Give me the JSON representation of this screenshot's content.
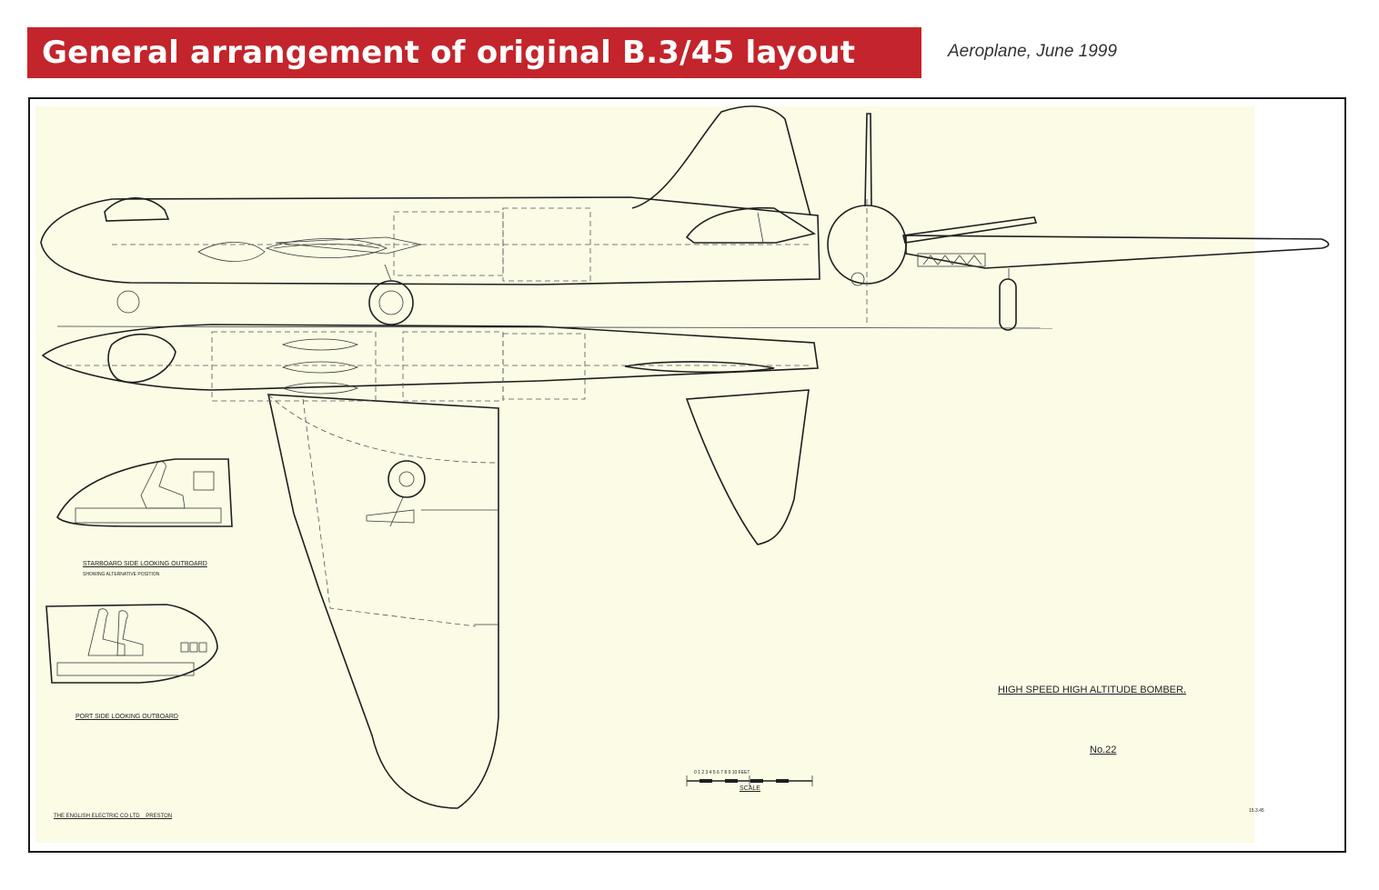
{
  "header": {
    "title": "General arrangement of original B.3/45 layout",
    "source_publication": "Aeroplane",
    "source_date": "June 1999"
  },
  "drawing": {
    "paper_color": "#fbfbe6",
    "banner_color": "#c4242b",
    "views": [
      "side-elevation",
      "front-elevation",
      "plan-view",
      "starboard-cockpit-section",
      "port-cockpit-section"
    ],
    "captions": {
      "starboard_view": "STARBOARD SIDE LOOKING OUTBOARD",
      "starboard_note": "SHOWING ALTERNATIVE POSITION",
      "port_view": "PORT SIDE LOOKING OUTBOARD",
      "drawing_title": "HIGH SPEED HIGH ALTITUDE BOMBER.",
      "drawing_number": "No.22",
      "scale_label": "SCALE",
      "scale_ticks": "0 1 2 3 4 5 6 7 8 9 10 FEET",
      "manufacturer": "THE ENGLISH ELECTRIC CO LTD    PRESTON",
      "date_stamp": "15.3.45"
    }
  }
}
